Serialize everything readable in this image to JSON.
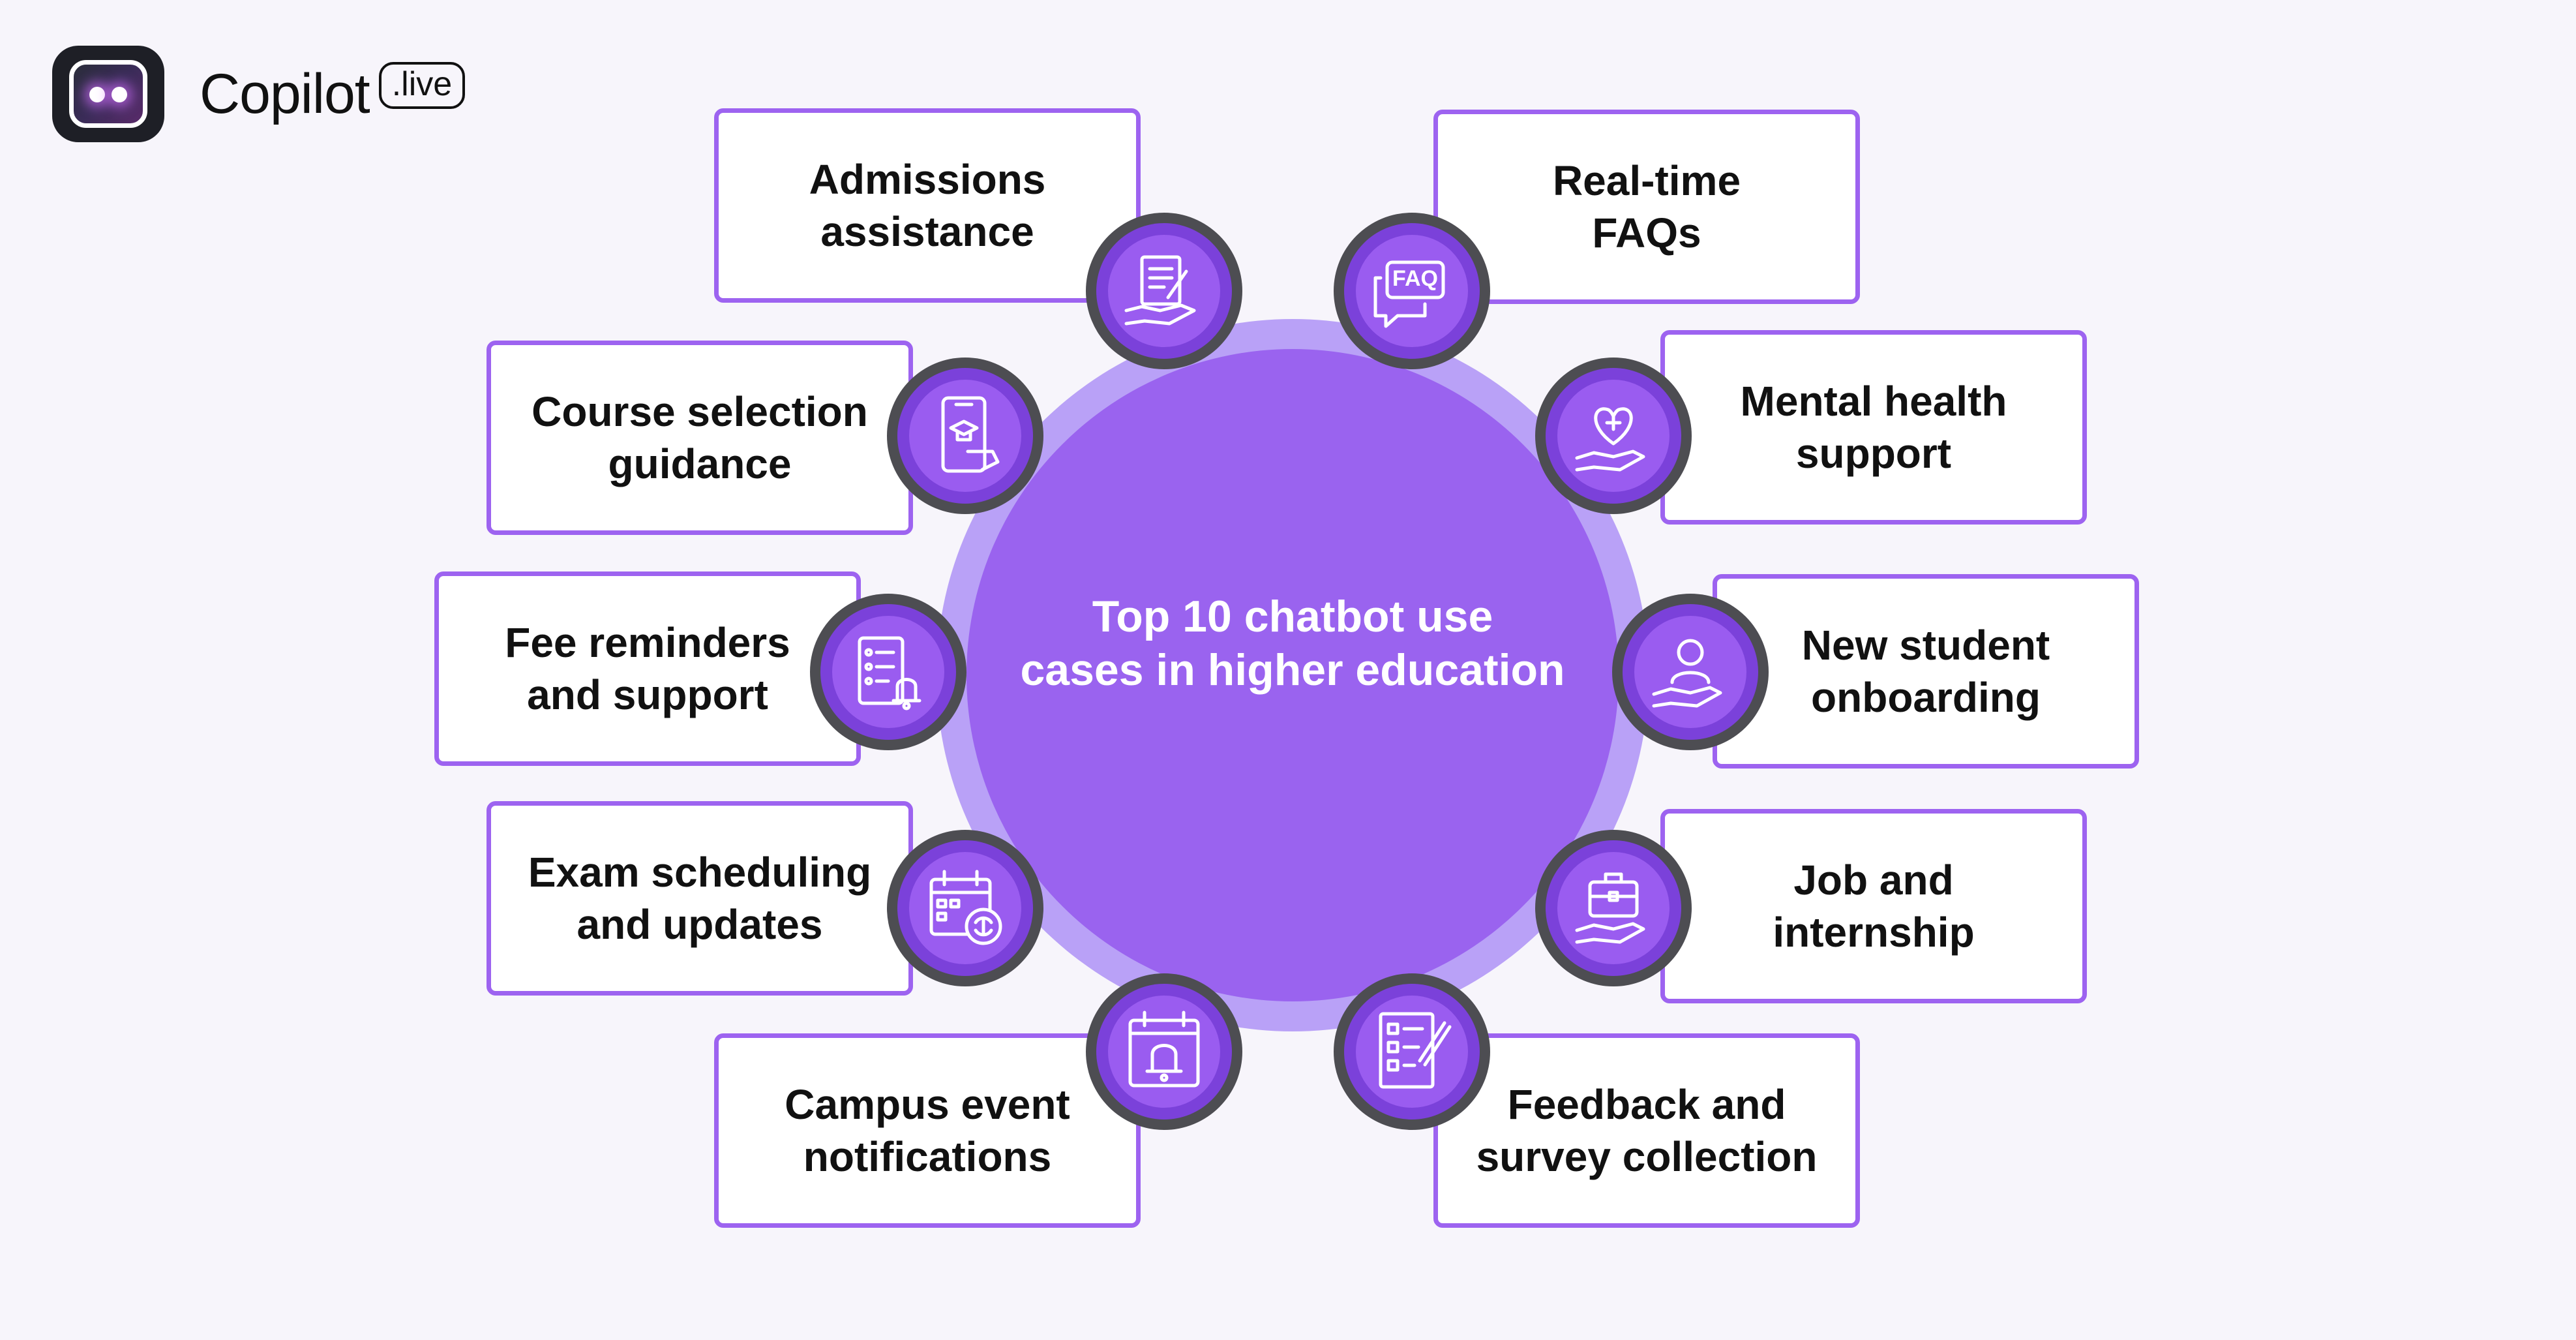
{
  "brand": {
    "name": "Copilot",
    "badge": ".live"
  },
  "diagram": {
    "title": "Top 10 chatbot use\ncases in higher education",
    "colors": {
      "outer_ring": "#b9a1f7",
      "center": "#9a63ef",
      "card_border": "#9d63f0",
      "icon_bezel": "#4d4d52",
      "icon_fill": "#9a5cf0"
    },
    "items": [
      {
        "label": "Admissions\nassistance",
        "icon": "document-pen-hand-icon"
      },
      {
        "label": "Real-time\nFAQs",
        "icon": "faq-chat-icon"
      },
      {
        "label": "Course selection\nguidance",
        "icon": "tablet-graduation-cap-icon"
      },
      {
        "label": "Mental health\nsupport",
        "icon": "heart-hand-icon"
      },
      {
        "label": "Fee reminders\nand support",
        "icon": "checklist-bell-icon"
      },
      {
        "label": "New student\nonboarding",
        "icon": "student-hand-icon"
      },
      {
        "label": "Exam scheduling\nand updates",
        "icon": "calendar-refresh-icon"
      },
      {
        "label": "Job and\ninternship",
        "icon": "briefcase-hand-icon"
      },
      {
        "label": "Campus event\nnotifications",
        "icon": "calendar-bell-icon"
      },
      {
        "label": "Feedback and\nsurvey collection",
        "icon": "survey-pencil-icon"
      }
    ]
  }
}
